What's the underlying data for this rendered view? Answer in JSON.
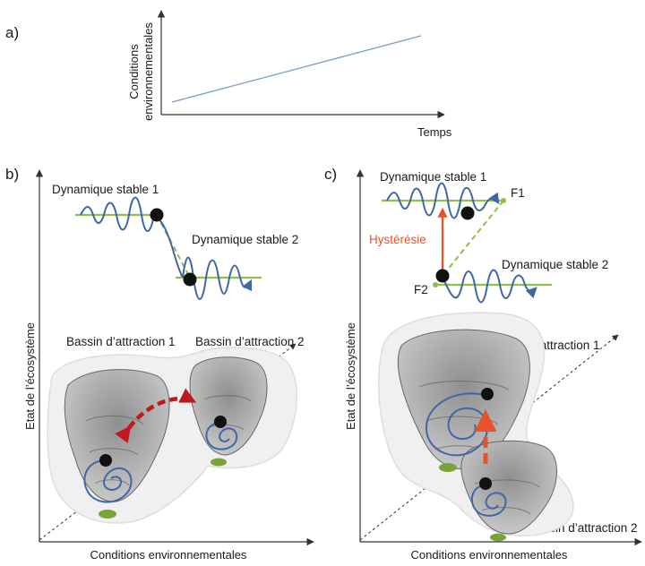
{
  "panel_a": {
    "label": "a)",
    "y_axis_label_line1": "Conditions",
    "y_axis_label_line2": "environnementales",
    "x_axis_label": "Temps"
  },
  "panel_b": {
    "label": "b)",
    "stable1": "Dynamique stable 1",
    "stable2": "Dynamique stable 2",
    "basin1": "Bassin d’attraction 1",
    "basin2": "Bassin d’attraction 2",
    "y_axis_label": "Etat de l’écosystème",
    "x_axis_label": "Conditions environnementales"
  },
  "panel_c": {
    "label": "c)",
    "stable1": "Dynamique stable 1",
    "stable2": "Dynamique stable 2",
    "f1": "F1",
    "f2": "F2",
    "hysteresis": "Hystérésie",
    "basin1": "Bassin d’attraction 1",
    "basin2": "Bassin d’attraction 2",
    "y_axis_label": "Etat de l’écosystème",
    "x_axis_label": "Conditions environnementales"
  },
  "colors": {
    "wave": "#3f67a3",
    "equilibrium_line": "#8fbf4d",
    "ball": "#111111",
    "transition_arrow_b": "#c0181f",
    "hysteresis_arrow": "#e8522a",
    "basin_fill": "#b9b9b9",
    "basin_shadow": "#ececec"
  }
}
